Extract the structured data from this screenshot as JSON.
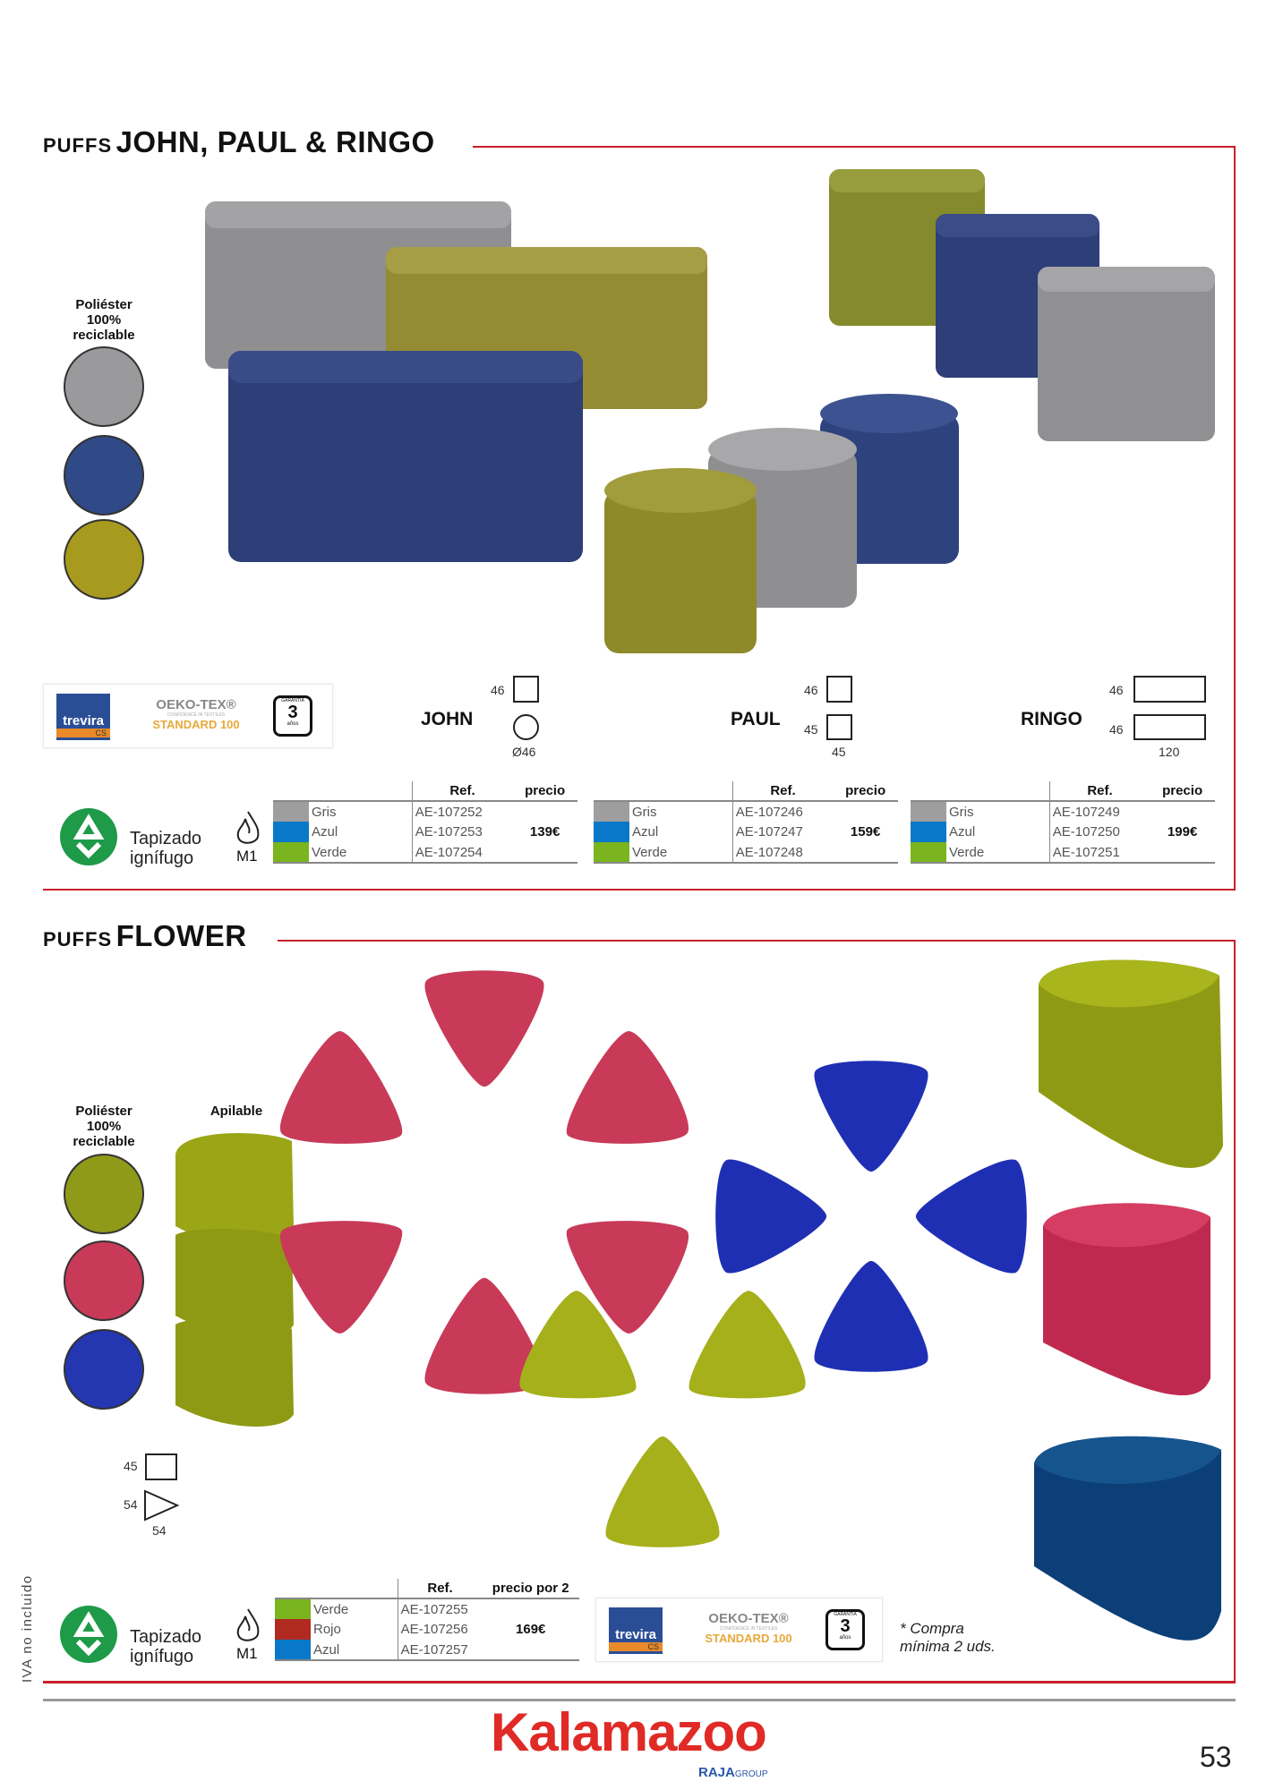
{
  "section1": {
    "title_small": "PUFFS",
    "title_big": "JOHN, PAUL & RINGO",
    "material_label": [
      "Poliéster",
      "100%",
      "reciclable"
    ],
    "swatches": [
      "#9a9a9c",
      "#2f4a86",
      "#a89a1e"
    ],
    "cert": {
      "trevira": "trevira",
      "trevira_sub": "CS",
      "oeko_title": "OEKO-TEX®",
      "oeko_sub": "CONFIDENCE IN TEXTILES",
      "oeko_std": "STANDARD 100",
      "garantia": "GARANTÍA",
      "years": "3",
      "years_unit": "años"
    },
    "products": [
      {
        "name": "JOHN",
        "dims": [
          "46",
          "Ø46"
        ]
      },
      {
        "name": "PAUL",
        "dims": [
          "46",
          "45",
          "45"
        ]
      },
      {
        "name": "RINGO",
        "dims": [
          "46",
          "46",
          "120"
        ]
      }
    ],
    "features": {
      "tapizado": [
        "Tapizado",
        "ignífugo"
      ],
      "fire_class": "M1"
    },
    "table_headers": {
      "ref": "Ref.",
      "price": "precio"
    },
    "tables": [
      {
        "price": "139€",
        "rows": [
          {
            "color": "Gris",
            "hex": "#9e9e9e",
            "ref": "AE-107252"
          },
          {
            "color": "Azul",
            "hex": "#0a78c8",
            "ref": "AE-107253"
          },
          {
            "color": "Verde",
            "hex": "#7ab41e",
            "ref": "AE-107254"
          }
        ]
      },
      {
        "price": "159€",
        "rows": [
          {
            "color": "Gris",
            "hex": "#9e9e9e",
            "ref": "AE-107246"
          },
          {
            "color": "Azul",
            "hex": "#0a78c8",
            "ref": "AE-107247"
          },
          {
            "color": "Verde",
            "hex": "#7ab41e",
            "ref": "AE-107248"
          }
        ]
      },
      {
        "price": "199€",
        "rows": [
          {
            "color": "Gris",
            "hex": "#9e9e9e",
            "ref": "AE-107249"
          },
          {
            "color": "Azul",
            "hex": "#0a78c8",
            "ref": "AE-107250"
          },
          {
            "color": "Verde",
            "hex": "#7ab41e",
            "ref": "AE-107251"
          }
        ]
      }
    ]
  },
  "section2": {
    "title_small": "PUFFS",
    "title_big": "FLOWER",
    "material_label": [
      "Poliéster",
      "100%",
      "reciclable"
    ],
    "stackable_label": "Apilable",
    "swatches": [
      "#8f9a18",
      "#c83a58",
      "#2436b0"
    ],
    "dims": [
      "45",
      "54",
      "54"
    ],
    "features": {
      "tapizado": [
        "Tapizado",
        "ignífugo"
      ],
      "fire_class": "M1"
    },
    "table_headers": {
      "ref": "Ref.",
      "price": "precio por 2"
    },
    "table": {
      "price": "169€",
      "rows": [
        {
          "color": "Verde",
          "hex": "#7ab41e",
          "ref": "AE-107255"
        },
        {
          "color": "Rojo",
          "hex": "#b02a20",
          "ref": "AE-107256"
        },
        {
          "color": "Azul",
          "hex": "#0a78c8",
          "ref": "AE-107257"
        }
      ]
    },
    "note": [
      "* Compra",
      "mínima 2 uds."
    ]
  },
  "footer": {
    "side_note": "IVA no incluido",
    "brand": "Kalamazoo",
    "brand_sub": "RAJA",
    "brand_sub2": "GROUP",
    "page_number": "53"
  },
  "colors": {
    "accent": "#c8202a",
    "brand": "#e02a26"
  }
}
